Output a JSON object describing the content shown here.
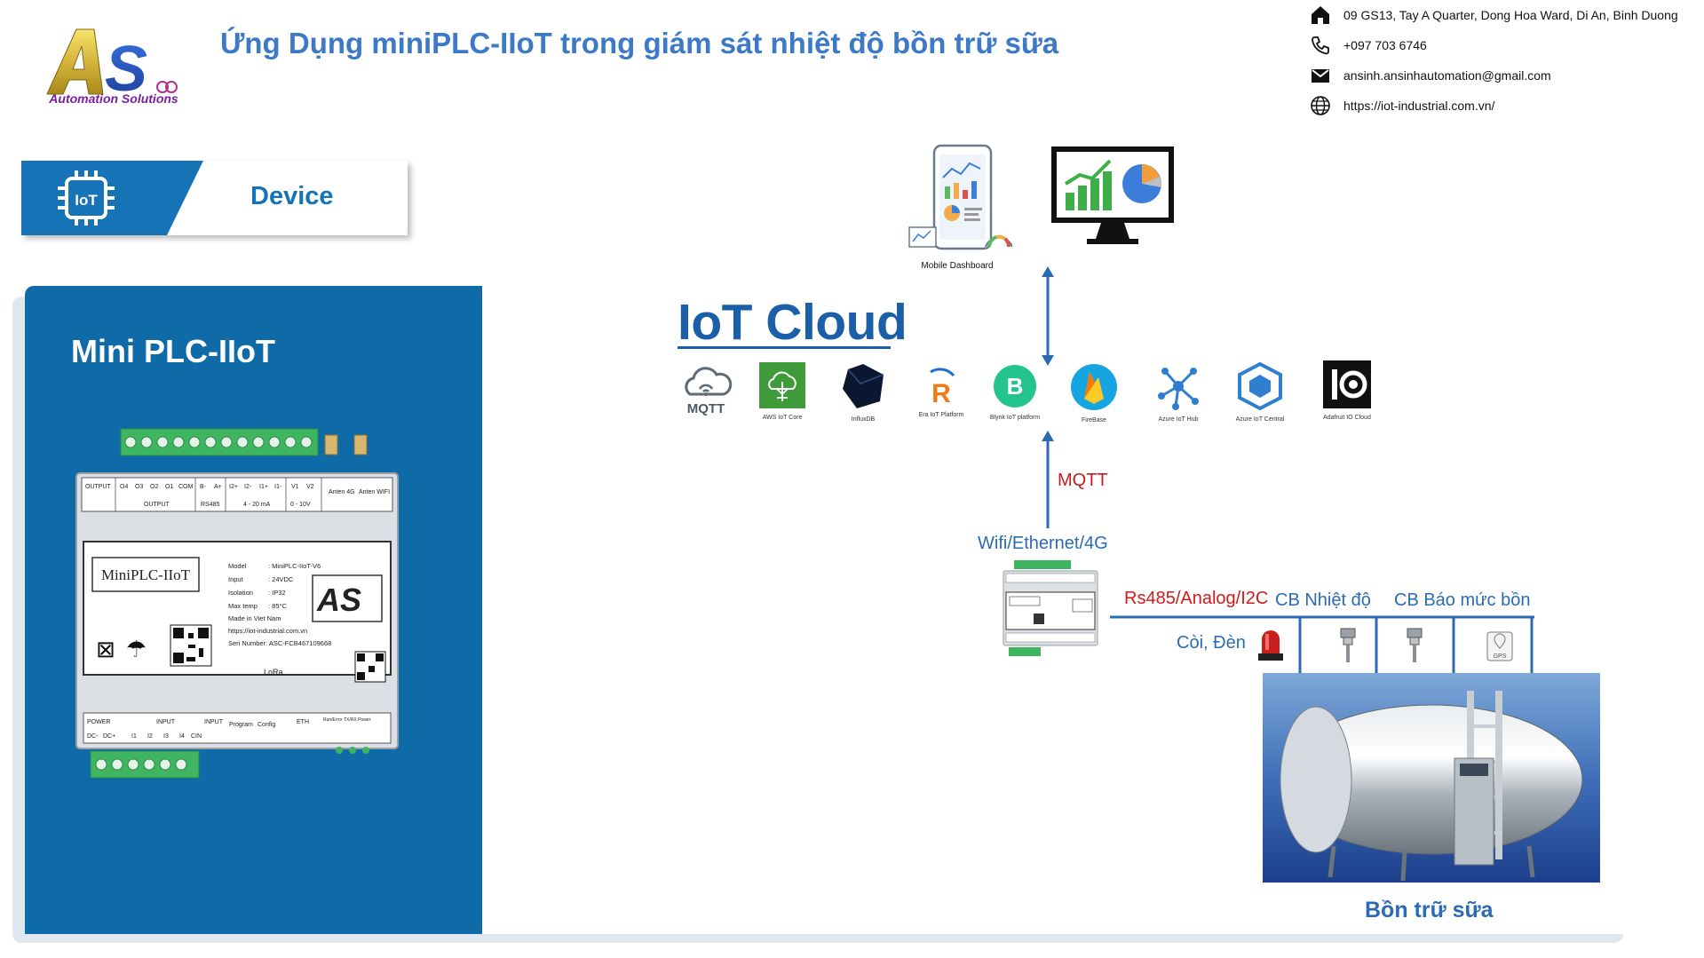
{
  "header": {
    "logo_letters": "AS",
    "logo_tagline": "Automation Solutions",
    "title": "Ứng Dụng miniPLC-IIoT trong giám sát nhiệt độ bồn trữ sữa"
  },
  "contact": {
    "address": "09 GS13, Tay A Quarter, Dong Hoa Ward, Di An, Binh Duong",
    "phone": "+097 703 6746",
    "email": "ansinh.ansinhautomation@gmail.com",
    "website": "https://iot-industrial.com.vn/"
  },
  "device_tab": {
    "icon_text": "IoT",
    "label": "Device"
  },
  "device_panel": {
    "title": "Mini PLC-IIoT",
    "plc": {
      "top_terminals": [
        "OUTPUT",
        "O4",
        "O3",
        "O2",
        "O1",
        "COM",
        "B-",
        "A+",
        "I2+",
        "I2-",
        "I1+",
        "I1-",
        "V1",
        "V2"
      ],
      "top_groups": [
        "OUTPUT",
        "RS485",
        "4 - 20 mA",
        "0 - 10V"
      ],
      "antennas": [
        "Anten 4G",
        "Anten WIFI"
      ],
      "name_plate": "MiniPLC-IIoT",
      "specs": [
        {
          "k": "Model",
          "v": ": MiniPLC-IIoT-V6"
        },
        {
          "k": "Input",
          "v": ": 24VDC"
        },
        {
          "k": "Isolation",
          "v": ": IP32"
        },
        {
          "k": "Max temp",
          "v": ": 85°C"
        },
        {
          "k": "Made in Viet Nam",
          "v": ""
        },
        {
          "k": "https://iot-industrial.com.vn",
          "v": ""
        },
        {
          "k": "Seri Number: ASC-FCB467109668",
          "v": ""
        }
      ],
      "lora": "LoRa",
      "bottom_groups": [
        "POWER",
        "INPUT",
        "INPUT",
        "Program",
        "Config",
        "ETH",
        "Run/Error TX/RX Power"
      ],
      "bottom_terminals": [
        "DC-",
        "DC+",
        "I1",
        "I2",
        "I3",
        "I4",
        "CIN"
      ]
    }
  },
  "cloud": {
    "title": "IoT Cloud",
    "dashboard_caption": "Mobile Dashboard",
    "services": [
      {
        "name": "MQTT",
        "caption": ""
      },
      {
        "name": "AWS",
        "caption": "AWS IoT Core"
      },
      {
        "name": "InfluxDB",
        "caption": "InfluxDB"
      },
      {
        "name": "Era",
        "caption": "Era IoT Platform"
      },
      {
        "name": "Blynk",
        "caption": "Blynk IoT platform"
      },
      {
        "name": "FireBase",
        "caption": "FireBase"
      },
      {
        "name": "AzureHub",
        "caption": "Azure IoT Hub"
      },
      {
        "name": "AzureCentral",
        "caption": "Azure IoT Central"
      },
      {
        "name": "Adafruit",
        "caption": "Adafruit IO Cloud"
      }
    ],
    "blynk_letter": "B",
    "era_letter": "R",
    "adafruit_text": "IO"
  },
  "flow": {
    "mqtt_label": "MQTT",
    "connection_label": "Wifi/Ethernet/4G",
    "bus_label": "Rs485/Analog/I2C",
    "sensor_temp": "CB Nhiệt độ",
    "sensor_level": "CB Báo mức bồn",
    "alarm": "Còi, Đèn",
    "gps_text": "GPS",
    "tank_label": "Bồn trữ sữa"
  },
  "colors": {
    "brand_blue": "#1673b5",
    "title_blue": "#3c79c7",
    "cloud_blue": "#1b5fa8",
    "alert_red": "#d11a1a"
  }
}
